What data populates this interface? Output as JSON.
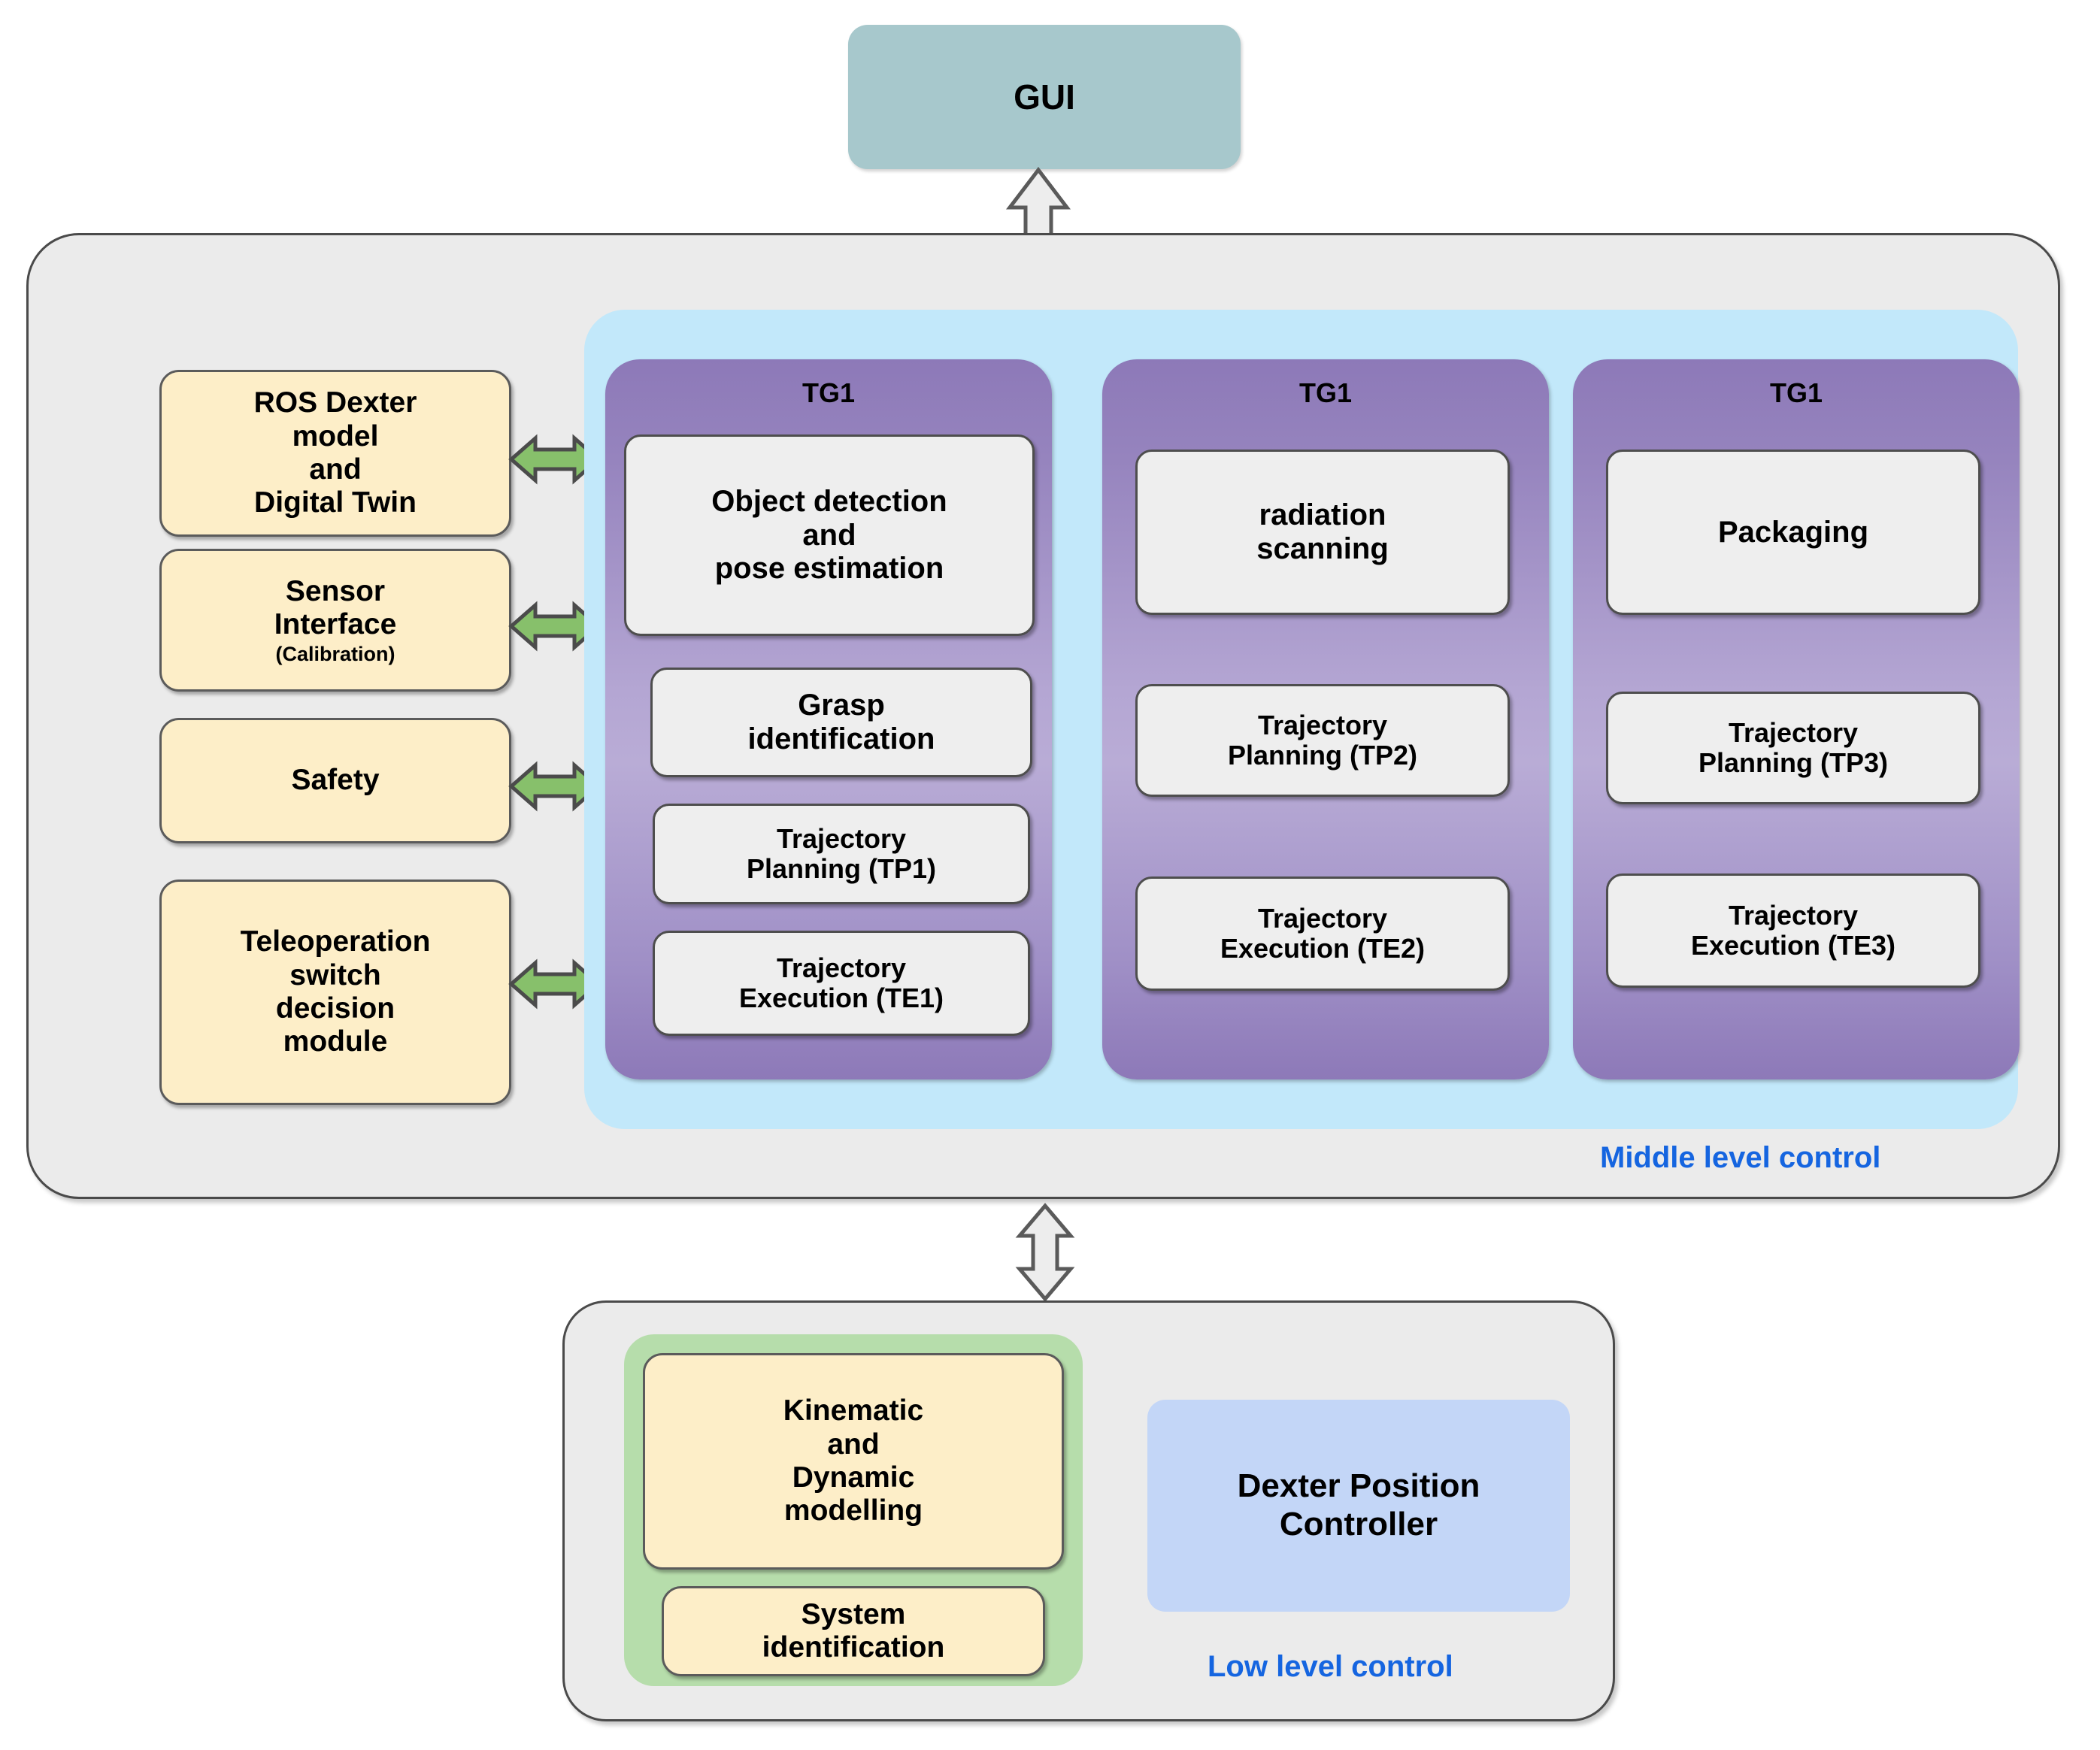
{
  "gui": {
    "label": "GUI"
  },
  "middle_level": {
    "caption": "Middle level control",
    "side_modules": [
      {
        "title": "ROS Dexter\nmodel\nand\nDigital Twin",
        "subtitle": ""
      },
      {
        "title": "Sensor\nInterface",
        "subtitle": "(Calibration)"
      },
      {
        "title": "Safety",
        "subtitle": ""
      },
      {
        "title": "Teleoperation\nswitch\ndecision\nmodule",
        "subtitle": ""
      }
    ],
    "task_groups": [
      {
        "title": "TG1",
        "steps": [
          "Object detection\nand\npose estimation",
          "Grasp\nidentification",
          "Trajectory\nPlanning (TP1)",
          "Trajectory\nExecution (TE1)"
        ]
      },
      {
        "title": "TG1",
        "steps": [
          "radiation\nscanning",
          "Trajectory\nPlanning (TP2)",
          "Trajectory\nExecution (TE2)"
        ]
      },
      {
        "title": "TG1",
        "steps": [
          "Packaging",
          "Trajectory\nPlanning (TP3)",
          "Trajectory\nExecution (TE3)"
        ]
      }
    ]
  },
  "low_level": {
    "caption": "Low level control",
    "modelling_group": [
      "Kinematic\nand\nDynamic\nmodelling",
      "System\nidentification"
    ],
    "controller": "Dexter Position\nController"
  },
  "connectors": {
    "gui_to_middle": "vertical-double-arrow",
    "middle_to_low": "vertical-double-arrow",
    "side_to_taskgroup": "horizontal-double-arrow"
  },
  "colors": {
    "gui_fill": "#a7c8cc",
    "container_fill": "#ebebeb",
    "task_wrapper_fill": "#c2e8fa",
    "task_group_fill": "#a292cb",
    "process_fill": "#eeeeee",
    "cream_fill": "#fdeec8",
    "green_fill": "#b6ddab",
    "controller_fill": "#c3d6f7",
    "caption_blue": "#1565e0",
    "arrow_green": "#87c06b",
    "arrow_gray": "#ededed"
  }
}
